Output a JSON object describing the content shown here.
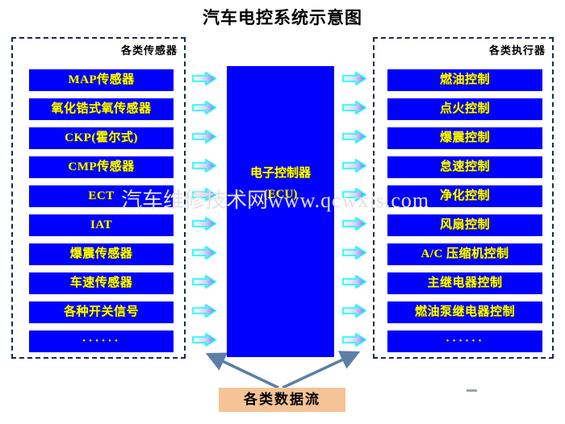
{
  "title": "汽车电控系统示意图",
  "watermark": {
    "text_cn": "汽车维修技术网",
    "text_url": "www.qcwxjs.com"
  },
  "colors": {
    "box_fill": "#0000FF",
    "box_text": "#FFFF00",
    "panel_border": "#1A2A52",
    "dataflow_fill": "#F5C396",
    "arrow_outline": "#00FFFF",
    "arrow_gradient_end": "#8A6FE8",
    "connector_line": "#5B7FA6",
    "title_text": "#000000",
    "watermark": "#E2E2E2"
  },
  "left_panel": {
    "title": "各类传感器",
    "items": [
      {
        "label": "MAP传感器"
      },
      {
        "label": "氧化锆式氧传感器"
      },
      {
        "label": "CKP(霍尔式)"
      },
      {
        "label": "CMP传感器"
      },
      {
        "label": "ECT"
      },
      {
        "label": "IAT"
      },
      {
        "label": "爆震传感器"
      },
      {
        "label": "车速传感器"
      },
      {
        "label": "各种开关信号"
      },
      {
        "label": "······"
      }
    ]
  },
  "center": {
    "label_main": "电子控制器",
    "label_sub": "(ECU)"
  },
  "right_panel": {
    "title": "各类执行器",
    "items": [
      {
        "label": "燃油控制"
      },
      {
        "label": "点火控制"
      },
      {
        "label": "爆震控制"
      },
      {
        "label": "怠速控制"
      },
      {
        "label": "净化控制"
      },
      {
        "label": "风扇控制"
      },
      {
        "label": "A/C 压缩机控制"
      },
      {
        "label": "主继电器控制"
      },
      {
        "label": "燃油泵继电器控制"
      },
      {
        "label": "······"
      }
    ]
  },
  "dataflow": {
    "label": "各类数据流"
  },
  "arrows": {
    "left_count": 10,
    "right_count": 10,
    "icon": "right-arrow-icon",
    "direction": "right"
  }
}
